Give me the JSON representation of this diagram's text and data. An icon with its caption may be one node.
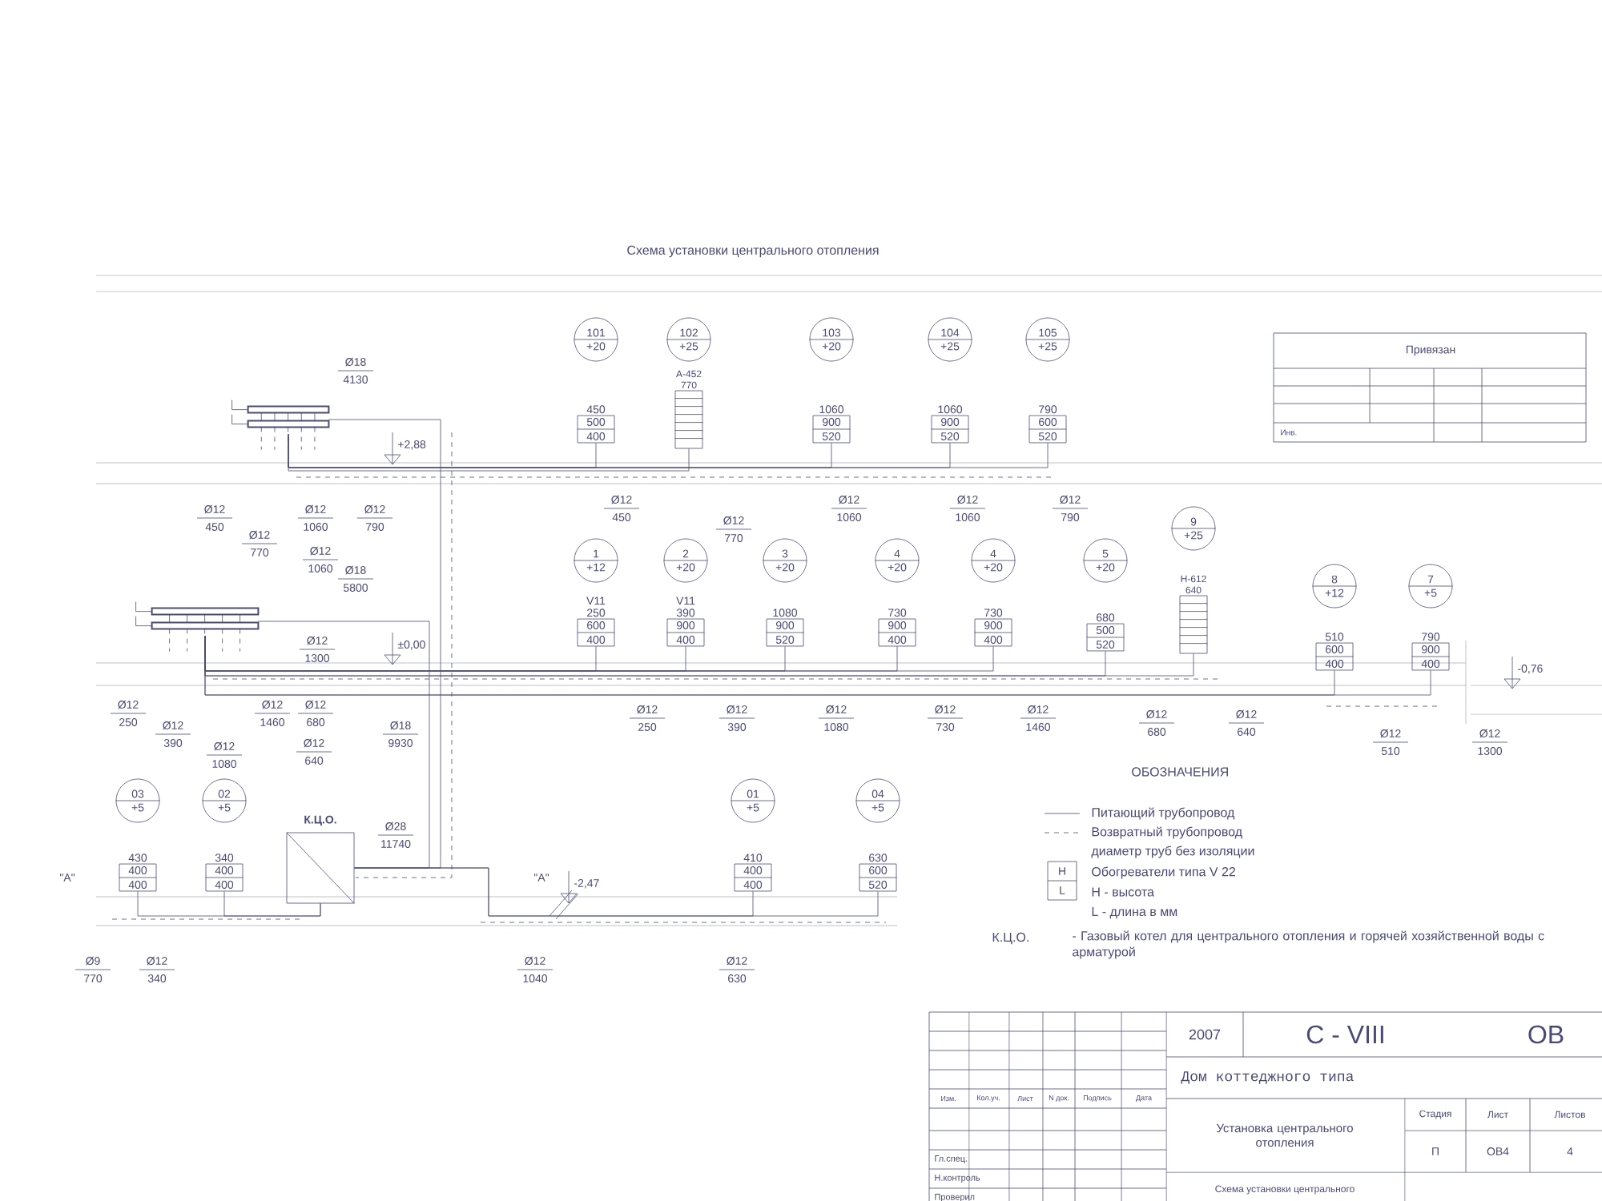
{
  "diagram": {
    "title": "Схема установки центрального отопления",
    "nodes": [
      {
        "text": [
          "101",
          "+20"
        ]
      },
      {
        "text": [
          "102",
          "+25"
        ]
      },
      {
        "text": [
          "103",
          "+20"
        ]
      },
      {
        "text": [
          "104",
          "+25"
        ]
      },
      {
        "text": [
          "105",
          "+25"
        ]
      },
      {
        "text": [],
        "shape": "box"
      },
      {
        "text": [
          "450",
          "500",
          "400"
        ]
      },
      {
        "text": [
          "A-452",
          "770"
        ]
      },
      {
        "text": [
          "1060",
          "900",
          "520"
        ]
      },
      {
        "text": [
          "1060",
          "900",
          "520"
        ]
      },
      {
        "text": [
          "790",
          "600",
          "520"
        ]
      },
      {
        "text": [
          "1",
          "+12"
        ]
      },
      {
        "text": [
          "2",
          "+20"
        ]
      },
      {
        "text": [
          "3",
          "+20"
        ]
      },
      {
        "text": [
          "4",
          "+20"
        ]
      },
      {
        "text": [
          "4",
          "+20"
        ]
      },
      {
        "text": [
          "5",
          "+20"
        ]
      },
      {
        "text": [
          "9",
          "+25"
        ]
      },
      {
        "text": [
          "8",
          "+12"
        ]
      },
      {
        "text": [
          "7",
          "+5"
        ]
      },
      {
        "text": [],
        "shape": "box"
      },
      {
        "text": [
          "V11 250",
          "600",
          "400"
        ]
      },
      {
        "text": [
          "V11 390",
          "900",
          "400"
        ]
      },
      {
        "text": [
          "1080",
          "900",
          "520"
        ]
      },
      {
        "text": [
          "730",
          "900",
          "400"
        ]
      },
      {
        "text": [
          "730",
          "900",
          "400"
        ]
      },
      {
        "text": [
          "680",
          "500",
          "520"
        ]
      },
      {
        "text": [
          "H-612",
          "640"
        ]
      },
      {
        "text": [
          "510",
          "600",
          "400"
        ]
      },
      {
        "text": [
          "790",
          "900",
          "400"
        ]
      },
      {
        "text": [
          "03",
          "+5"
        ]
      },
      {
        "text": [
          "02",
          "+5"
        ]
      },
      {
        "text": [
          "К.Ц.О."
        ]
      },
      {
        "text": [
          "01",
          "+5"
        ]
      },
      {
        "text": [
          "04",
          "+5"
        ]
      },
      {
        "text": [
          "430",
          "400",
          "400"
        ]
      },
      {
        "text": [
          "340",
          "400",
          "400"
        ]
      },
      {
        "text": [
          "410",
          "400",
          "400"
        ]
      },
      {
        "text": [
          "630",
          "600",
          "520"
        ]
      }
    ],
    "edges": [
      {
        "from": 32,
        "to": 5,
        "arrow": "none"
      },
      {
        "from": 32,
        "to": 20,
        "arrow": "none"
      },
      {
        "from": 5,
        "to": 6,
        "arrow": "none"
      },
      {
        "from": 5,
        "to": 7,
        "arrow": "none"
      },
      {
        "from": 5,
        "to": 8,
        "arrow": "none"
      },
      {
        "from": 5,
        "to": 9,
        "arrow": "none"
      },
      {
        "from": 5,
        "to": 10,
        "arrow": "none"
      },
      {
        "from": 20,
        "to": 21,
        "arrow": "none"
      },
      {
        "from": 20,
        "to": 22,
        "arrow": "none"
      },
      {
        "from": 20,
        "to": 23,
        "arrow": "none"
      },
      {
        "from": 20,
        "to": 24,
        "arrow": "none"
      },
      {
        "from": 20,
        "to": 25,
        "arrow": "none"
      },
      {
        "from": 20,
        "to": 26,
        "arrow": "none"
      },
      {
        "from": 20,
        "to": 27,
        "arrow": "none"
      },
      {
        "from": 20,
        "to": 28,
        "arrow": "none"
      },
      {
        "from": 20,
        "to": 29,
        "arrow": "none"
      },
      {
        "from": 32,
        "to": 35,
        "arrow": "none"
      },
      {
        "from": 32,
        "to": 36,
        "arrow": "none"
      },
      {
        "from": 32,
        "to": 37,
        "arrow": "none"
      },
      {
        "from": 32,
        "to": 38,
        "arrow": "none"
      }
    ],
    "labels": [
      "Ø18",
      "4130",
      "+2,88",
      "Ø12",
      "450",
      "Ø12",
      "770",
      "Ø12",
      "1060",
      "Ø12",
      "1060",
      "Ø12",
      "790",
      "Ø12",
      "450",
      "Ø12",
      "770",
      "Ø12",
      "1060",
      "Ø12",
      "1060",
      "Ø12",
      "790",
      "Ø18",
      "5800",
      "±0,00",
      "Ø12",
      "1300",
      "Ø12",
      "250",
      "Ø12",
      "390",
      "Ø12",
      "1080",
      "Ø12",
      "1460",
      "Ø12",
      "680",
      "Ø12",
      "640",
      "Ø12",
      "250",
      "Ø12",
      "390",
      "Ø12",
      "1080",
      "Ø12",
      "730",
      "Ø12",
      "1460",
      "Ø12",
      "680",
      "Ø12",
      "640",
      "Ø12",
      "510",
      "Ø12",
      "1300",
      "-0,76",
      "Ø18",
      "9930",
      "Ø28",
      "11740",
      "\"A\"",
      "\"A\"",
      "-2,47",
      "Ø9",
      "770",
      "Ø12",
      "340",
      "Ø12",
      "1040",
      "Ø12",
      "630",
      "ОБОЗНАЧЕНИЯ",
      "диаметр труб без изоляции",
      "H",
      "L",
      "H - высота",
      "L - длина в мм",
      "К.Ц.О.",
      "- Газовый котел для центрального отопления и горячей хозяйственной воды с арматурой",
      "Привязан",
      "Инв.",
      "2007",
      "C - VIII",
      "OB",
      "Дом коттеджного типа",
      "Изм.",
      "Кол.уч.",
      "Лист",
      "N док.",
      "Подпись",
      "Дата",
      "Гл.спец.",
      "Н.контроль",
      "Проверил",
      "Установка центрального отопления",
      "Стадия",
      "Лист",
      "Листов",
      "П",
      "OB4",
      "4",
      "Схема установки центрального"
    ],
    "legend": [
      {
        "text": "Питающий трубопровод"
      },
      {
        "text": "Возвратный трубопровод"
      },
      {
        "text": "Обогреватели типа V 22"
      }
    ]
  }
}
